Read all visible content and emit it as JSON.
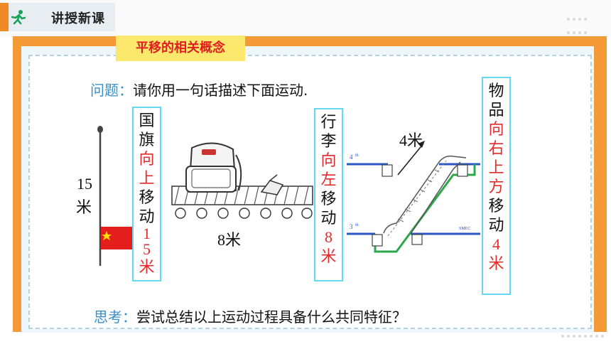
{
  "header": {
    "section_title": "讲授新课",
    "concept_title": "平移的相关概念"
  },
  "question": {
    "label": "问题：",
    "text": "请你用一句话描述下面运动."
  },
  "think": {
    "label": "思考：",
    "text": "尝试总结以上运动过程具备什么共同特征？"
  },
  "flag": {
    "height_number": "15",
    "height_unit": "米",
    "chars": [
      "国",
      "旗",
      "向",
      "上",
      "移",
      "动",
      "1",
      "5",
      "米"
    ]
  },
  "luggage": {
    "distance": "8米",
    "chars": [
      "行",
      "李",
      "向",
      "左",
      "移",
      "动",
      "8",
      "米"
    ]
  },
  "escalator": {
    "distance": "4米",
    "chars": [
      "物",
      "品",
      "向",
      "右",
      "上",
      "方",
      "移",
      "动",
      "4",
      "米"
    ],
    "floor_upper": "4",
    "floor_lower": "3",
    "floor_suffix": "th",
    "sign": "SMEC"
  },
  "colors": {
    "accent": "#f39a36",
    "highlight": "#fbe86c",
    "label_blue": "#3b8fc9",
    "red_text": "#e42b2b",
    "box_border": "#67d6ef"
  },
  "icons": [
    "running-man-icon",
    "flag-icon",
    "backpack-icon",
    "escalator-icon",
    "arrow-icon"
  ]
}
